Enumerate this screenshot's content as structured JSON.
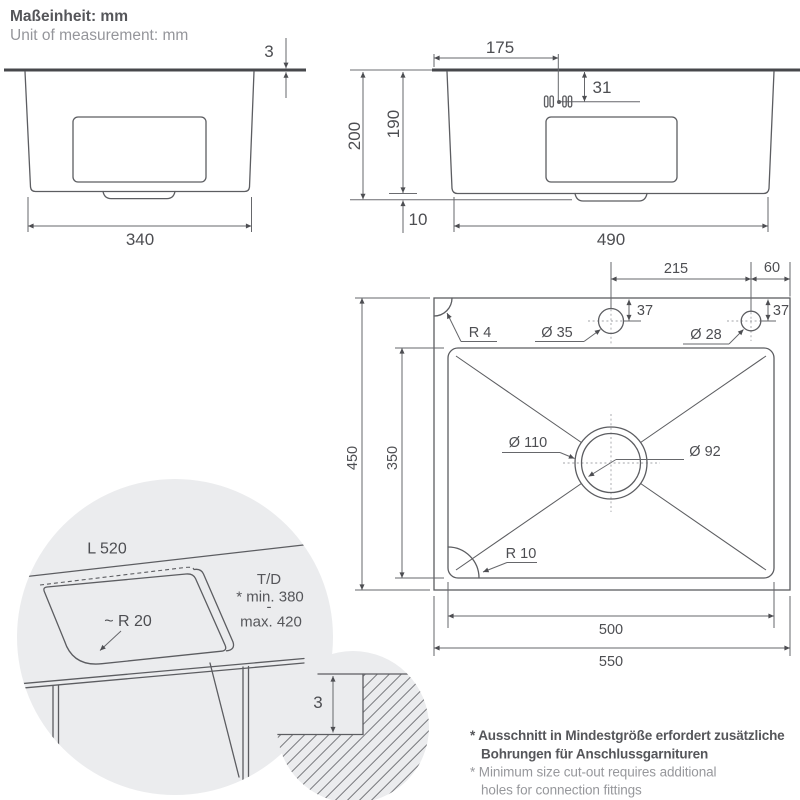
{
  "colors": {
    "line": "#5c5d61",
    "line_thick": "#47484c",
    "text_dark": "#55565a",
    "text_gray": "#95969b",
    "dim_text": "#4d4e52",
    "detail_bg": "#ebecee"
  },
  "header": {
    "title_de": "Maßeinheit: mm",
    "title_en": "Unit of measurement: mm"
  },
  "side_view": {
    "dim_rim_thickness": "3",
    "dim_width": "340"
  },
  "front_view": {
    "dim_hole_offset": "175",
    "dim_hole_depth": "31",
    "dim_depth_total": "200",
    "dim_depth_inner": "190",
    "dim_base_gap": "10",
    "dim_width": "490"
  },
  "top_view": {
    "dim_hole_spacing": "215",
    "dim_hole_edge": "60",
    "dim_hole1_offset": "37",
    "dim_hole2_offset": "37",
    "label_corner_radius": "R 4",
    "label_hole1": "Ø 35",
    "label_hole2": "Ø 28",
    "dim_height_outer": "450",
    "dim_height_inner": "350",
    "label_drain_outer": "Ø 110",
    "label_drain_inner": "Ø 92",
    "label_basin_corner": "R 10",
    "dim_width_inner": "500",
    "dim_width_outer": "550"
  },
  "cutout_detail": {
    "label_length": "L 520",
    "label_corner_radius": "~ R 20",
    "label_depth_title": "T/D",
    "label_depth_min": "* min. 380",
    "label_depth_sep": "-",
    "label_depth_max": "max. 420"
  },
  "edge_detail": {
    "dim_step": "3"
  },
  "footnotes": {
    "de_line1": "* Ausschnitt in Mindestgröße erfordert zusätzliche",
    "de_line2": "Bohrungen für Anschlussgarnituren",
    "en_line1": "* Minimum size cut-out requires additional",
    "en_line2": "holes for connection fittings"
  }
}
